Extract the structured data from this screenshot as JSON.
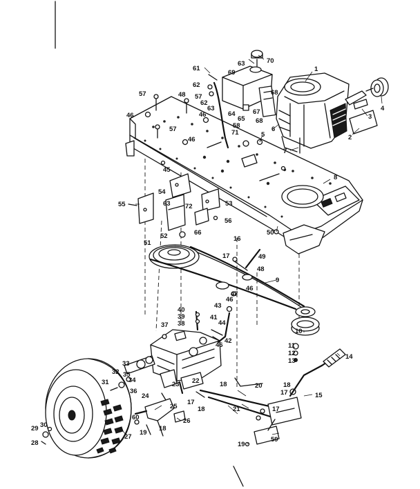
{
  "callouts": [
    {
      "id": "c1",
      "text": "1"
    },
    {
      "id": "c2",
      "text": "2"
    },
    {
      "id": "c3",
      "text": "3"
    },
    {
      "id": "c4",
      "text": "4"
    },
    {
      "id": "c5",
      "text": "5"
    },
    {
      "id": "c6",
      "text": "6"
    },
    {
      "id": "c7",
      "text": "7"
    },
    {
      "id": "c8",
      "text": "8"
    },
    {
      "id": "c9",
      "text": "9"
    },
    {
      "id": "c10",
      "text": "10"
    },
    {
      "id": "c11",
      "text": "11"
    },
    {
      "id": "c12",
      "text": "12"
    },
    {
      "id": "c13",
      "text": "13"
    },
    {
      "id": "c14",
      "text": "14"
    },
    {
      "id": "c15",
      "text": "15"
    },
    {
      "id": "c16",
      "text": "16"
    },
    {
      "id": "c17a",
      "text": "17"
    },
    {
      "id": "c17b",
      "text": "17"
    },
    {
      "id": "c17c",
      "text": "17"
    },
    {
      "id": "c17d",
      "text": "17"
    },
    {
      "id": "c18a",
      "text": "18"
    },
    {
      "id": "c18b",
      "text": "18"
    },
    {
      "id": "c18c",
      "text": "18"
    },
    {
      "id": "c18d",
      "text": "18"
    },
    {
      "id": "c19a",
      "text": "19"
    },
    {
      "id": "c19b",
      "text": "19"
    },
    {
      "id": "c20",
      "text": "20"
    },
    {
      "id": "c21",
      "text": "21"
    },
    {
      "id": "c22",
      "text": "22"
    },
    {
      "id": "c23",
      "text": "23"
    },
    {
      "id": "c24",
      "text": "24"
    },
    {
      "id": "c25",
      "text": "25"
    },
    {
      "id": "c26",
      "text": "26"
    },
    {
      "id": "c27",
      "text": "27"
    },
    {
      "id": "c28",
      "text": "28"
    },
    {
      "id": "c29",
      "text": "29"
    },
    {
      "id": "c30",
      "text": "30"
    },
    {
      "id": "c31",
      "text": "31"
    },
    {
      "id": "c32",
      "text": "32"
    },
    {
      "id": "c33",
      "text": "33"
    },
    {
      "id": "c34",
      "text": "34"
    },
    {
      "id": "c35",
      "text": "35"
    },
    {
      "id": "c36",
      "text": "36"
    },
    {
      "id": "c37",
      "text": "37"
    },
    {
      "id": "c38",
      "text": "38"
    },
    {
      "id": "c39",
      "text": "39"
    },
    {
      "id": "c40",
      "text": "40"
    },
    {
      "id": "c41",
      "text": "41"
    },
    {
      "id": "c42",
      "text": "42"
    },
    {
      "id": "c43",
      "text": "43"
    },
    {
      "id": "c44",
      "text": "44"
    },
    {
      "id": "c45",
      "text": "45"
    },
    {
      "id": "c46a",
      "text": "46"
    },
    {
      "id": "c46b",
      "text": "46"
    },
    {
      "id": "c46c",
      "text": "46"
    },
    {
      "id": "c46d",
      "text": "46"
    },
    {
      "id": "c46e",
      "text": "46"
    },
    {
      "id": "c46f",
      "text": "46"
    },
    {
      "id": "c47",
      "text": "47"
    },
    {
      "id": "c48a",
      "text": "48"
    },
    {
      "id": "c48b",
      "text": "48"
    },
    {
      "id": "c49",
      "text": "49"
    },
    {
      "id": "c50",
      "text": "50"
    },
    {
      "id": "c51",
      "text": "51"
    },
    {
      "id": "c52",
      "text": "52"
    },
    {
      "id": "c53",
      "text": "53"
    },
    {
      "id": "c54",
      "text": "54"
    },
    {
      "id": "c55",
      "text": "55"
    },
    {
      "id": "c56",
      "text": "56"
    },
    {
      "id": "c57a",
      "text": "57"
    },
    {
      "id": "c57b",
      "text": "57"
    },
    {
      "id": "c57c",
      "text": "57"
    },
    {
      "id": "c58",
      "text": "58"
    },
    {
      "id": "c59",
      "text": "59"
    },
    {
      "id": "c60",
      "text": "60"
    },
    {
      "id": "c61",
      "text": "61"
    },
    {
      "id": "c62a",
      "text": "62"
    },
    {
      "id": "c62b",
      "text": "62"
    },
    {
      "id": "c63a",
      "text": "63"
    },
    {
      "id": "c63b",
      "text": "63"
    },
    {
      "id": "c63c",
      "text": "63"
    },
    {
      "id": "c64",
      "text": "64"
    },
    {
      "id": "c65",
      "text": "65"
    },
    {
      "id": "c66",
      "text": "66"
    },
    {
      "id": "c67",
      "text": "67"
    },
    {
      "id": "c68a",
      "text": "68"
    },
    {
      "id": "c68b",
      "text": "68"
    },
    {
      "id": "c69",
      "text": "69"
    },
    {
      "id": "c70",
      "text": "70"
    },
    {
      "id": "c71",
      "text": "71"
    },
    {
      "id": "c72",
      "text": "72"
    }
  ]
}
